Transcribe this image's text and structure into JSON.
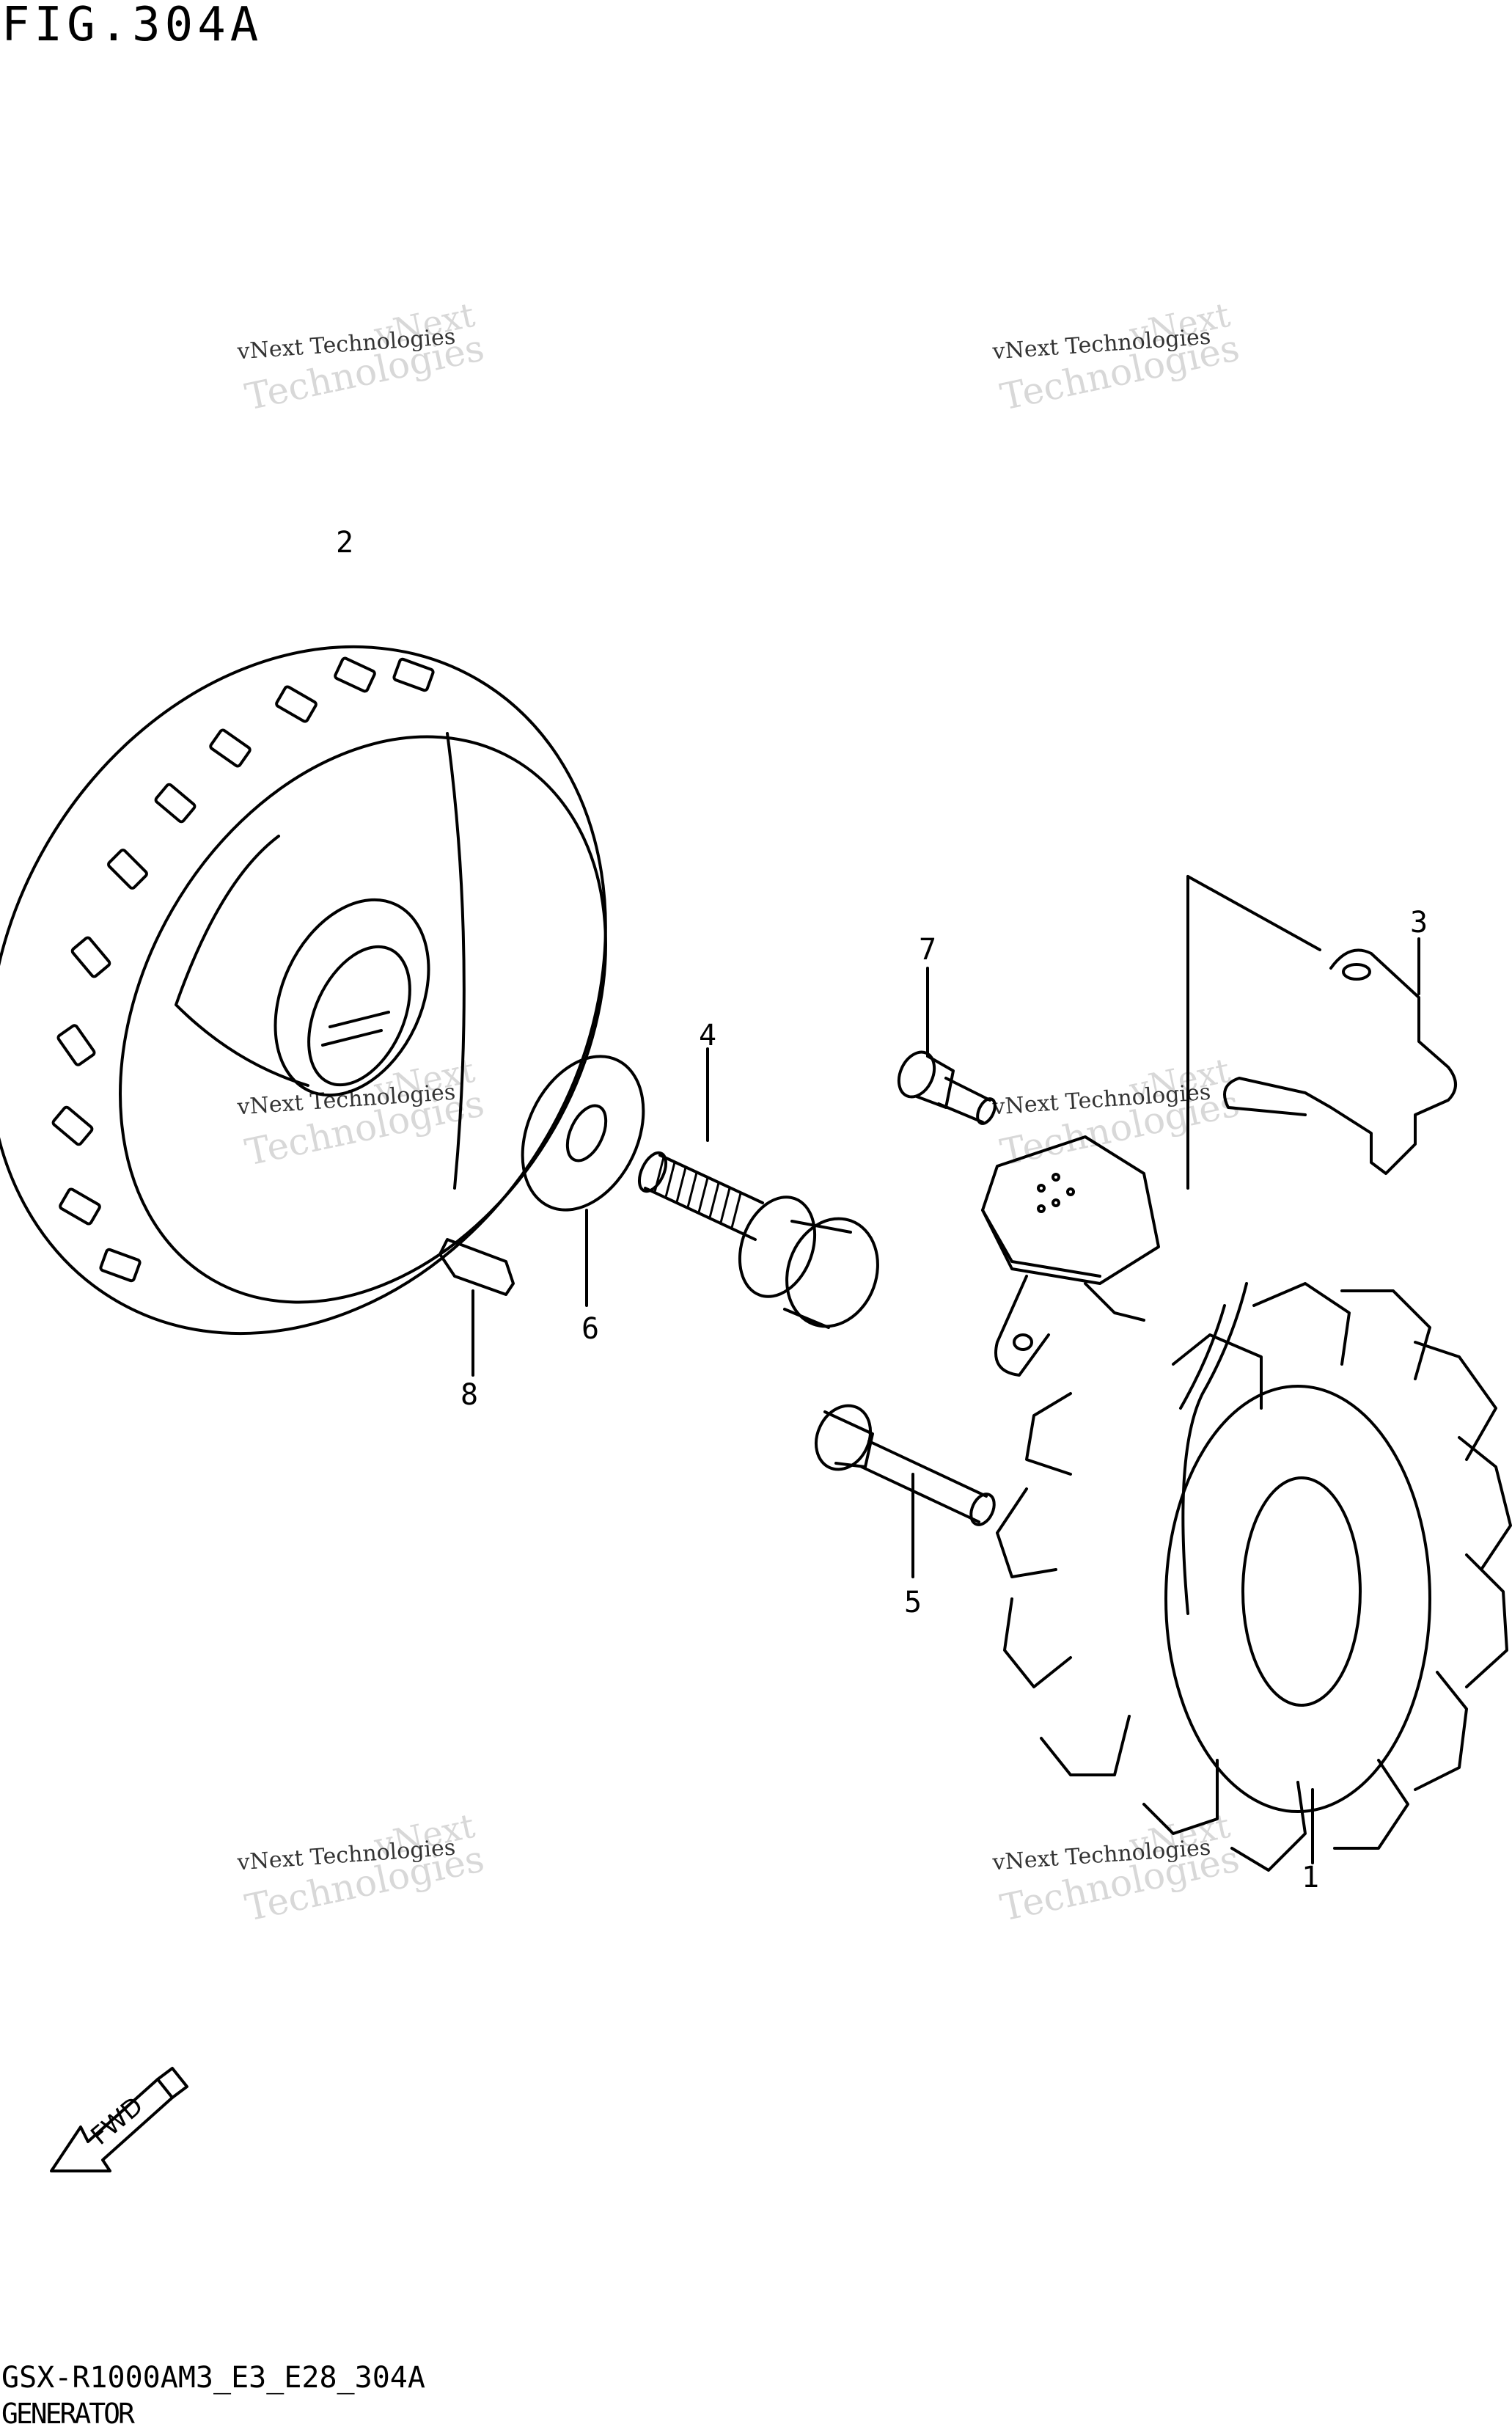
{
  "figure_title": "FIG.304A",
  "footer": {
    "model_code": "GSX-R1000AM3_E3_E28_304A",
    "part_name": "GENERATOR"
  },
  "callouts": [
    "1",
    "2",
    "3",
    "4",
    "5",
    "6",
    "7",
    "8"
  ],
  "watermark": {
    "line_a": "vNext",
    "line_b": "vNext Technologies",
    "line_c": "Technologies"
  },
  "fwd_label": "FWD"
}
